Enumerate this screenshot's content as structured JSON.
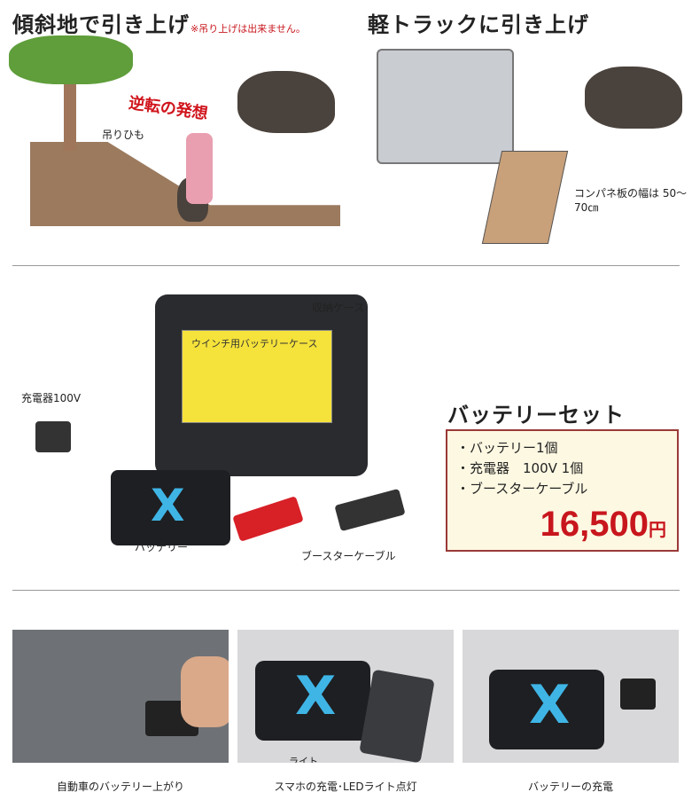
{
  "top_left": {
    "title": "傾斜地で引き上げ",
    "note": "※吊り上げは出来ません。",
    "slogan": "逆転の発想",
    "label_rope": "吊りひも"
  },
  "top_right": {
    "title": "軽トラックに引き上げ",
    "note": "コンパネ板の幅は 50〜70㎝"
  },
  "product": {
    "case_label": "収納ケース",
    "case_sticker": "ウインチ用バッテリーケース",
    "charger_label": "充電器100V",
    "battery_label": "バッテリー",
    "cable_label": "ブースターケーブル"
  },
  "set": {
    "title": "バッテリーセット",
    "items": [
      "・バッテリー1個",
      "・充電器　100V 1個",
      "・ブースターケーブル"
    ],
    "price": "16,500",
    "currency": "円",
    "price_color": "#c8161d"
  },
  "photos": [
    {
      "caption": "自動車のバッテリー上がり"
    },
    {
      "caption": "スマホの充電･LEDライト点灯",
      "label": "ライト"
    },
    {
      "caption": "バッテリーの充電"
    }
  ]
}
